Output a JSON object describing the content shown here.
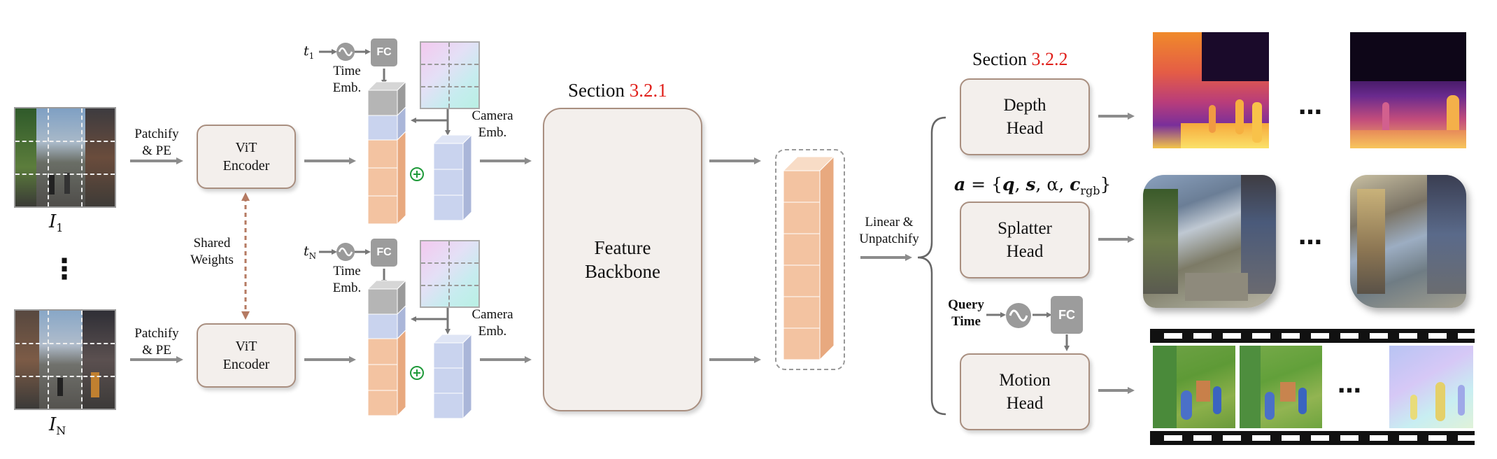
{
  "inputs": {
    "first_label": "I",
    "first_sub": "1",
    "last_label": "I",
    "last_sub": "N",
    "ellipsis": "⋮"
  },
  "patchify_label": "Patchify\n& PE",
  "vit_encoder_label": "ViT\nEncoder",
  "shared_weights_label": "Shared\nWeights",
  "time": {
    "t1_label": "t",
    "t1_sub": "1",
    "tN_label": "t",
    "tN_sub": "N",
    "fc_label": "FC",
    "time_emb_label": "Time\nEmb."
  },
  "camera_emb_label": "Camera\nEmb.",
  "backbone": {
    "section_prefix": "Section ",
    "section_num": "3.2.1",
    "label": "Feature\nBackbone"
  },
  "linear_unpatchify_label": "Linear &\nUnpatchify",
  "heads": {
    "section_prefix": "Section ",
    "section_num": "3.2.2",
    "depth": "Depth\nHead",
    "splatter": "Splatter\nHead",
    "motion": "Motion\nHead",
    "gaussian_formula": "a = {q, s, α, c_rgb}",
    "formula_parts": {
      "a": "a",
      "eq": " = {",
      "q": "q",
      "comma1": ", ",
      "s": "s",
      "comma2": ", α, ",
      "c": "c",
      "sub": "rgb",
      "close": "}"
    },
    "query_time_label": "Query\nTime"
  },
  "ellipsis_h": "…",
  "colors": {
    "arrow": "#8c8c8c",
    "box_fill": "#f3efec",
    "box_border": "#a98f80",
    "orange_block": "#f3c3a1",
    "blue_block": "#c9d3ee",
    "gray_block": "#b5b5b5",
    "section_red": "#e0201b",
    "plus_green": "#1f9a3a",
    "shared_arrow": "#b57a62"
  }
}
